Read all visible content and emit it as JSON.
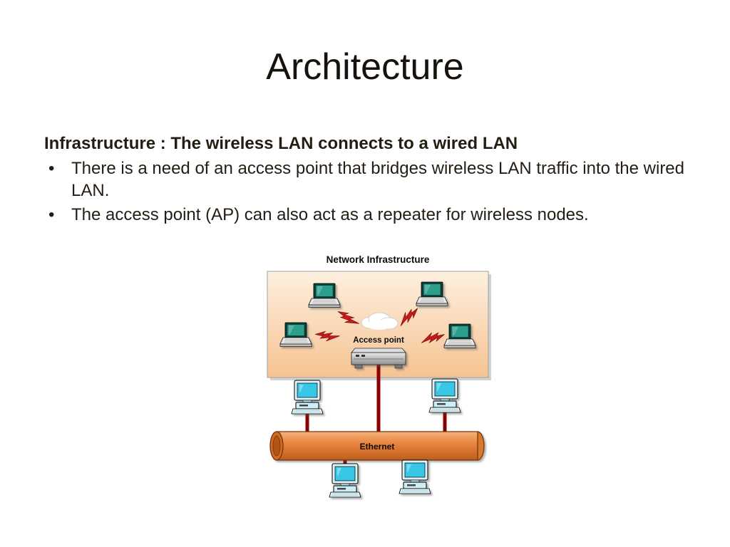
{
  "slide": {
    "title": "Architecture",
    "heading": "Infrastructure : The wireless LAN connects to a wired LAN",
    "bullets": [
      "There is a need of an access point that bridges wireless LAN traffic into the wired LAN.",
      "The access point (AP) can also act as a repeater for wireless nodes."
    ]
  },
  "diagram": {
    "title": "Network Infrastructure",
    "access_point_label": "Access point",
    "ethernet_label": "Ethernet",
    "colors": {
      "wire": "#8b0000",
      "bolt": "#cc1a1a",
      "panel_top": "#fdf0df",
      "panel_bottom": "#f6c392",
      "pipe_mid": "#e8813a",
      "laptop_screen": "#2f9e8c",
      "desktop_screen": "#38c6e6"
    }
  }
}
